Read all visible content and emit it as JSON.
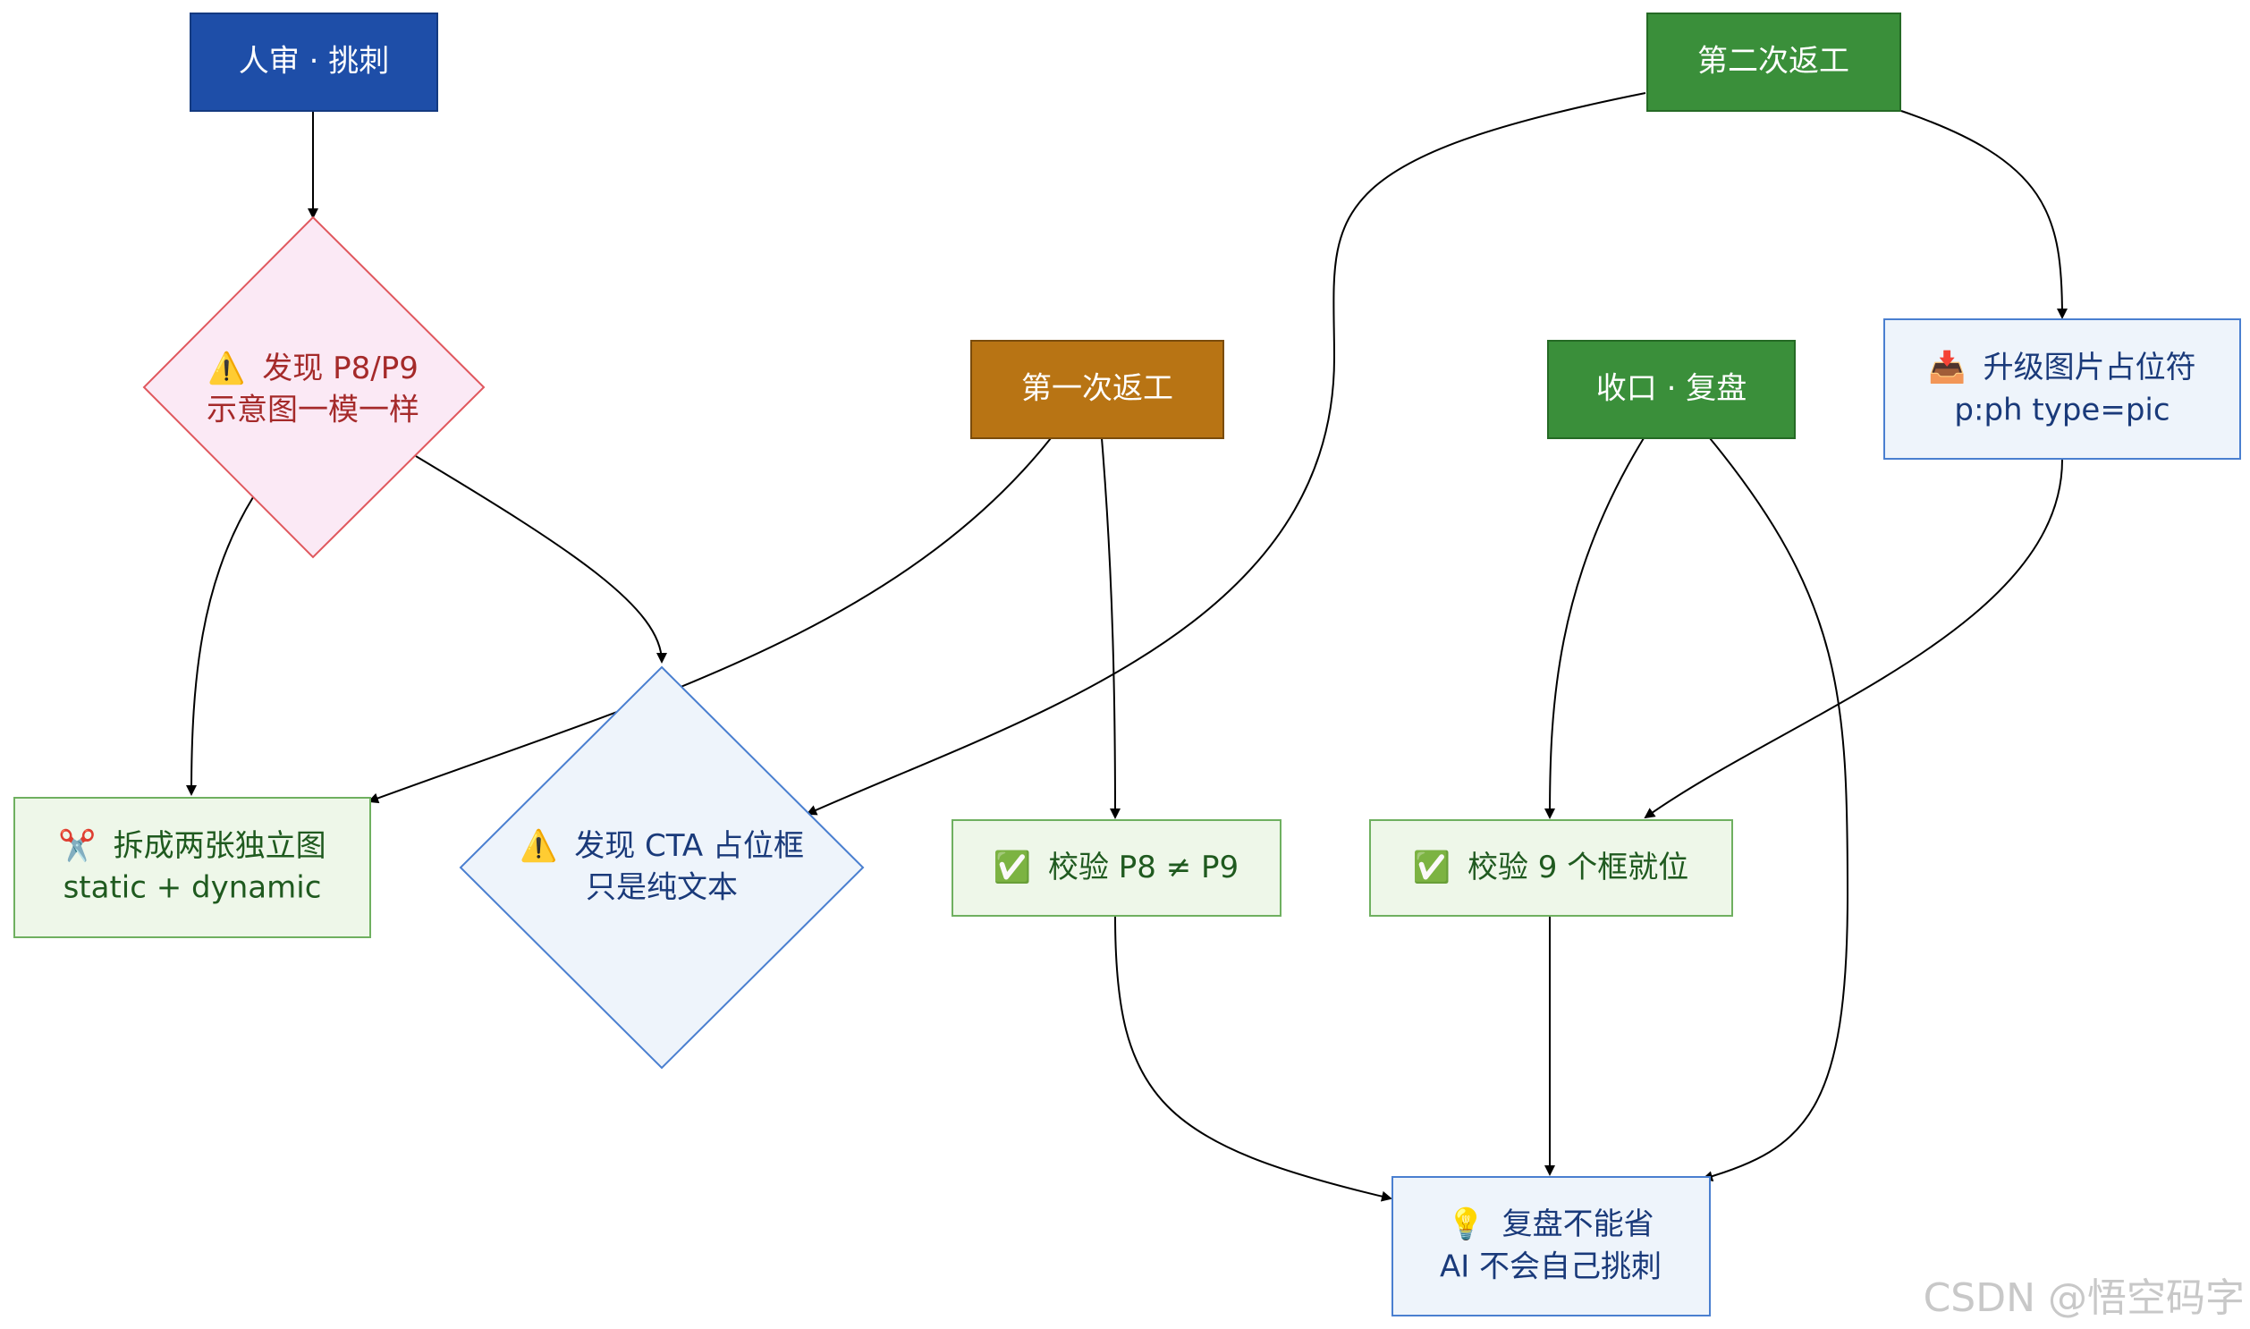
{
  "nodes": {
    "review": {
      "label": "人审 · 挑刺"
    },
    "find_p8p9": {
      "icon": "⚠️",
      "line1": "发现 P8/P9",
      "line2": "示意图一模一样"
    },
    "rework1": {
      "label": "第一次返工"
    },
    "rework2": {
      "label": "第二次返工"
    },
    "wrapup": {
      "label": "收口 · 复盘"
    },
    "upgrade_ph": {
      "icon": "📥",
      "line1": "升级图片占位符",
      "line2": "p:ph type=pic"
    },
    "split": {
      "icon": "✂️",
      "line1": "拆成两张独立图",
      "line2": "static + dynamic"
    },
    "find_cta": {
      "icon": "⚠️",
      "line1": "发现 CTA 占位框",
      "line2": "只是纯文本"
    },
    "check_p8p9": {
      "icon": "✅",
      "line1": "校验 P8 ≠ P9"
    },
    "check_9": {
      "icon": "✅",
      "line1": "校验 9 个框就位"
    },
    "retro": {
      "icon": "💡",
      "line1": "复盘不能省",
      "line2": "AI 不会自己挑刺"
    }
  },
  "watermark": "CSDN @悟空码字",
  "colors": {
    "blue_dark": "#1e4ea8",
    "brown": "#b87414",
    "green_dark": "#3a8f3a",
    "pink_bg": "#fbe9f5",
    "pink_border": "#e0585e",
    "pale_blue_bg": "#eef4fb",
    "pale_blue_border": "#4a7fd0",
    "pale_green_bg": "#eef7e9",
    "pale_green_border": "#6fb060",
    "red_text": "#a52a2a",
    "navy_text": "#1a3a7a",
    "green_text": "#1f5a1f"
  }
}
